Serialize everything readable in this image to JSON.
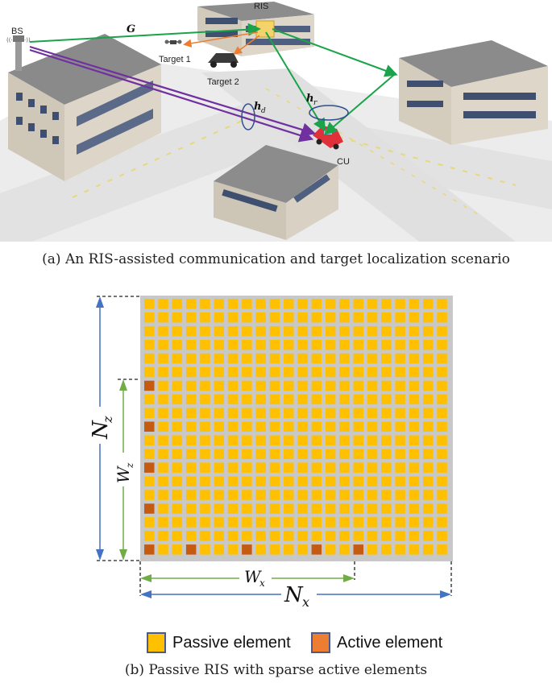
{
  "scene": {
    "labels": {
      "bs": "BS",
      "ris": "RIS",
      "g": "G",
      "target1": "Target 1",
      "target2": "Target 2",
      "hd": "h",
      "hd_sub": "d",
      "hr": "h",
      "hr_sub": "r",
      "cu": "CU"
    }
  },
  "captions": {
    "a": "(a) An RIS-assisted communication and target localization scenario",
    "b": "(b) Passive RIS with sparse active elements"
  },
  "ris_array": {
    "columns": 22,
    "rows": 19,
    "active_cells": [
      {
        "col": 0,
        "row": 6
      },
      {
        "col": 0,
        "row": 9
      },
      {
        "col": 0,
        "row": 12
      },
      {
        "col": 0,
        "row": 15
      },
      {
        "col": 0,
        "row": 18
      },
      {
        "col": 3,
        "row": 18
      },
      {
        "col": 7,
        "row": 18
      },
      {
        "col": 12,
        "row": 18
      },
      {
        "col": 15,
        "row": 18
      }
    ],
    "labels": {
      "nz": "N",
      "nz_sub": "z",
      "wz": "W",
      "wz_sub": "z",
      "wx": "W",
      "wx_sub": "x",
      "nx": "N",
      "nx_sub": "x"
    }
  },
  "legend": {
    "passive_label": "Passive element",
    "active_label": "Active element",
    "passive_color": "#ffc000",
    "active_color": "#c55a11",
    "frame_color": "#c8c8c8",
    "vertical_arrow_color": "#4472c4",
    "inner_arrow_color": "#70ad47"
  }
}
